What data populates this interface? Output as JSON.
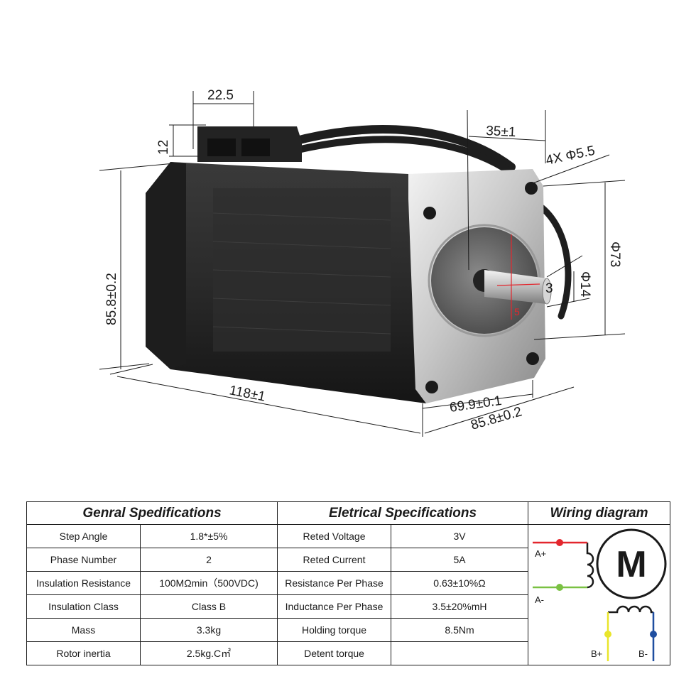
{
  "drawing": {
    "dims": {
      "connector_width": "22.5",
      "connector_height": "12",
      "shaft_length": "35±1",
      "holes": "4X Φ5.5",
      "pilot_diameter": "Φ73",
      "shaft_flat": "3",
      "shaft_diameter": "Φ14",
      "shaft_key": "5",
      "body_height": "85.8±0.2",
      "body_length": "118±1",
      "hole_spacing": "69.9±0.1",
      "flange_width": "85.8±0.2"
    }
  },
  "specs": {
    "general": {
      "title": "Genral Spedifications",
      "rows": [
        {
          "label": "Step Angle",
          "value": "1.8*±5%"
        },
        {
          "label": "Phase Number",
          "value": "2"
        },
        {
          "label": "Insulation Resistance",
          "value": "100MΩmin（500VDC)"
        },
        {
          "label": "Insulation Class",
          "value": "Class B"
        },
        {
          "label": "Mass",
          "value": "3.3kg"
        },
        {
          "label": "Rotor inertia",
          "value": "2.5kg.C㎡"
        }
      ]
    },
    "electrical": {
      "title": "Eletrical Specifications",
      "rows": [
        {
          "label": "Reted Voltage",
          "value": "3V"
        },
        {
          "label": "Reted Current",
          "value": "5A"
        },
        {
          "label": "Resistance Per Phase",
          "value": "0.63±10%Ω"
        },
        {
          "label": "Inductance Per Phase",
          "value": "3.5±20%mH"
        },
        {
          "label": "Holding torque",
          "value": "8.5Nm"
        },
        {
          "label": "Detent torque",
          "value": ""
        }
      ]
    },
    "wiring": {
      "title": "Wiring diagram",
      "motor_letter": "M",
      "wires": [
        {
          "label": "A+",
          "color": "#e3262d"
        },
        {
          "label": "A-",
          "color": "#7ac143"
        },
        {
          "label": "B+",
          "color": "#e9e52b"
        },
        {
          "label": "B-",
          "color": "#1f4ea0"
        }
      ]
    }
  }
}
